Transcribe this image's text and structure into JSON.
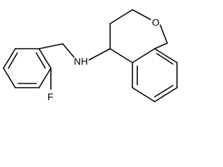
{
  "molecule": {
    "atoms": {
      "oxygen": "O",
      "nitrogen_hydrogen": "NH",
      "fluorine": "F"
    },
    "colors": {
      "bond": "#000000",
      "label": "#000000",
      "background": "#ffffff"
    }
  }
}
